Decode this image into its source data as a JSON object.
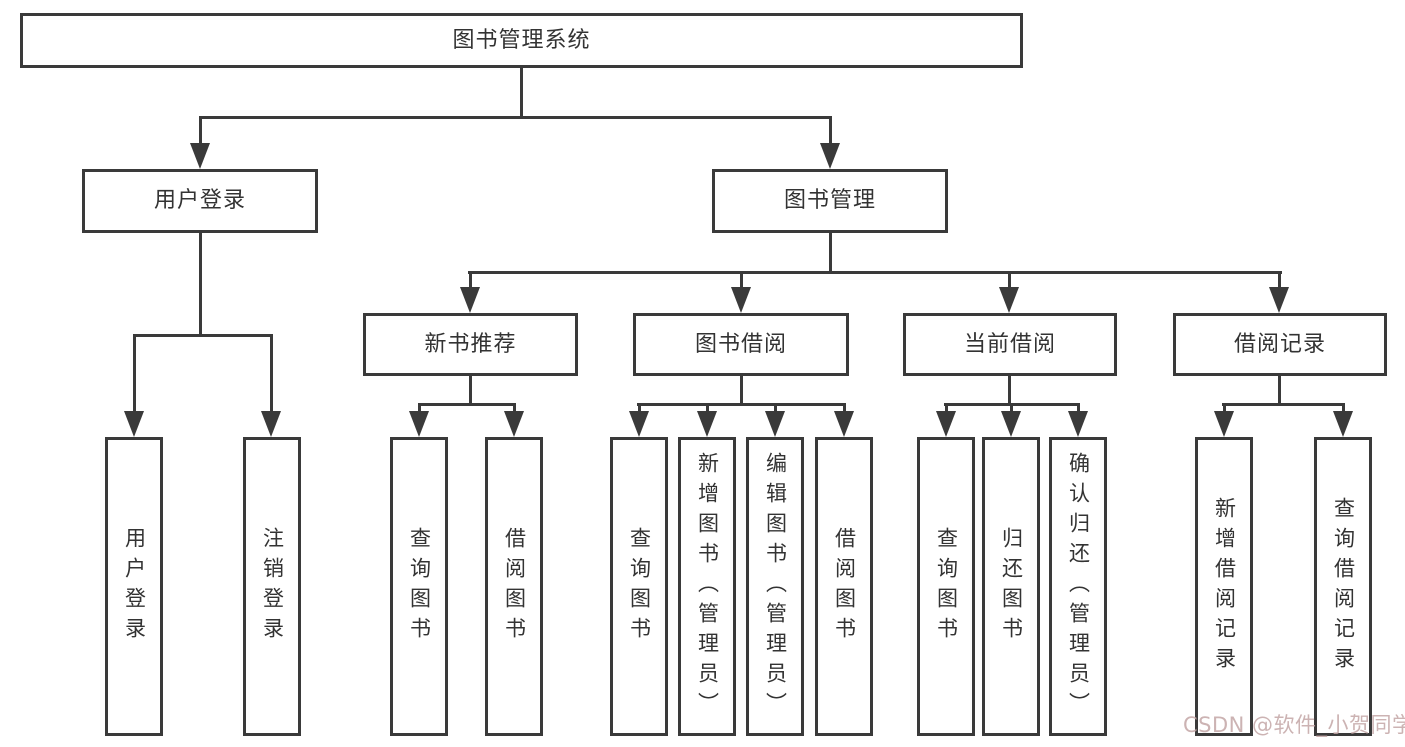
{
  "tree": {
    "label": "图书管理系统",
    "children": [
      {
        "label": "用户登录",
        "children": [
          {
            "label": "用户登录"
          },
          {
            "label": "注销登录"
          }
        ]
      },
      {
        "label": "图书管理",
        "children": [
          {
            "label": "新书推荐",
            "children": [
              {
                "label": "查询图书"
              },
              {
                "label": "借阅图书"
              }
            ]
          },
          {
            "label": "图书借阅",
            "children": [
              {
                "label": "查询图书"
              },
              {
                "label": "新增图书（管理员）"
              },
              {
                "label": "编辑图书（管理员）"
              },
              {
                "label": "借阅图书"
              }
            ]
          },
          {
            "label": "当前借阅",
            "children": [
              {
                "label": "查询图书"
              },
              {
                "label": "归还图书"
              },
              {
                "label": "确认归还（管理员）"
              }
            ]
          },
          {
            "label": "借阅记录",
            "children": [
              {
                "label": "新增借阅记录"
              },
              {
                "label": "查询借阅记录"
              }
            ]
          }
        ]
      }
    ]
  },
  "watermark": {
    "text": "CSDN @软件_小贺同学"
  },
  "colors": {
    "line": "#3a3a3a",
    "text": "#333333",
    "box_background": "#ffffff",
    "page_background": "#ffffff",
    "watermark": "#c4a6a6"
  }
}
